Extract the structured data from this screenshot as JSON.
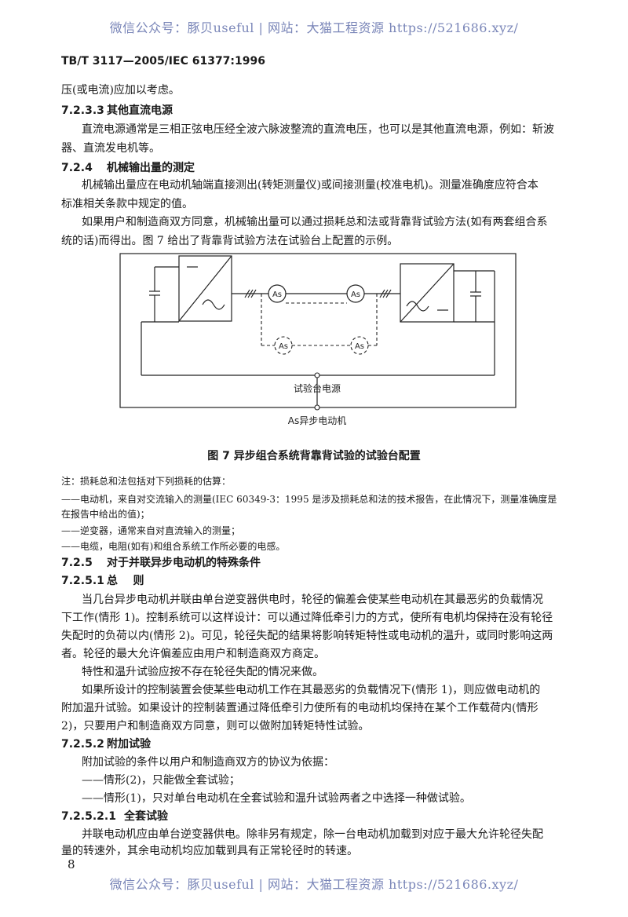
{
  "watermark": "微信公众号：豚贝useful  |  网站：大猫工程资源 https://521686.xyz/",
  "standard_code": "TB/T 3117—2005/IEC 61377:1996",
  "lines": {
    "l1": "压(或电流)应加以考虑。",
    "h7233_num": "7.2.3.3",
    "h7233_title": "其他直流电源",
    "l2": "直流电源通常是三相正弦电压经全波六脉波整流的直流电压，也可以是其他直流电源，例如：斩波",
    "l3": "器、直流发电机等。",
    "h724_num": "7.2.4",
    "h724_title": "机械输出量的测定",
    "l4": "机械输出量应在电动机轴端直接测出(转矩测量仪)或间接测量(校准电机)。测量准确度应符合本",
    "l5": "标准相关条款中规定的值。",
    "l6": "如果用户和制造商双方同意，机械输出量可以通过损耗总和法或背靠背试验方法(如有两套组合系",
    "l7": "统的话)而得出。图 7 给出了背靠背试验方法在试验台上配置的示例。"
  },
  "figure": {
    "label_source": "试验台电源",
    "label_motor": "As异步电动机",
    "motor_symbol": "As",
    "caption": "图 7   异步组合系统背靠背试验的试验台配置"
  },
  "notes": {
    "n1": "注：损耗总和法包括对下列损耗的估算：",
    "n2": "——电动机，来自对交流输入的测量(IEC 60349-3：1995 是涉及损耗总和法的技术报告，在此情况下，测量准确度是",
    "n3": "在报告中给出的值)；",
    "n4": "——逆变器，通常来自对直流输入的测量；",
    "n5": "——电缆，电阻(如有)和组合系统工作所必要的电感。"
  },
  "lower": {
    "h725_num": "7.2.5",
    "h725_title": "对于并联异步电动机的特殊条件",
    "h7251_num": "7.2.5.1",
    "h7251_title": "总    则",
    "p1": "当几台异步电动机并联由单台逆变器供电时，轮径的偏差会使某些电动机在其最恶劣的负载情况",
    "p2": "下工作(情形 1)。控制系统可以这样设计：可以通过降低牵引力的方式，使所有电机均保持在没有轮径",
    "p3": "失配时的负荷以内(情形 2)。可见，轮径失配的结果将影响转矩特性或电动机的温升，或同时影响这两",
    "p4": "者。轮径的最大允许偏差应由用户和制造商双方商定。",
    "p5": "特性和温升试验应按不存在轮径失配的情况来做。",
    "p6": "如果所设计的控制装置会使某些电动机工作在其最恶劣的负载情况下(情形 1)，则应做电动机的",
    "p7": "附加温升试验。如果设计的控制装置通过降低牵引力使所有的电动机均保持在某个工作载荷内(情形",
    "p8": "2)，只要用户和制造商双方同意，则可以做附加转矩特性试验。",
    "h7252_num": "7.2.5.2",
    "h7252_title": "附加试验",
    "p9": "附加试验的条件以用户和制造商双方的协议为依据：",
    "p10": "——情形(2)，只能做全套试验；",
    "p11": "——情形(1)，只对单台电动机在全套试验和温升试验两者之中选择一种做试验。",
    "h72521_num": "7.2.5.2.1",
    "h72521_title": "全套试验",
    "p12": "并联电动机应由单台逆变器供电。除非另有规定，除一台电动机加载到对应于最大允许轮径失配",
    "p13": "量的转速外，其余电动机均应加载到具有正常轮径时的转速。"
  },
  "page_number": "8"
}
